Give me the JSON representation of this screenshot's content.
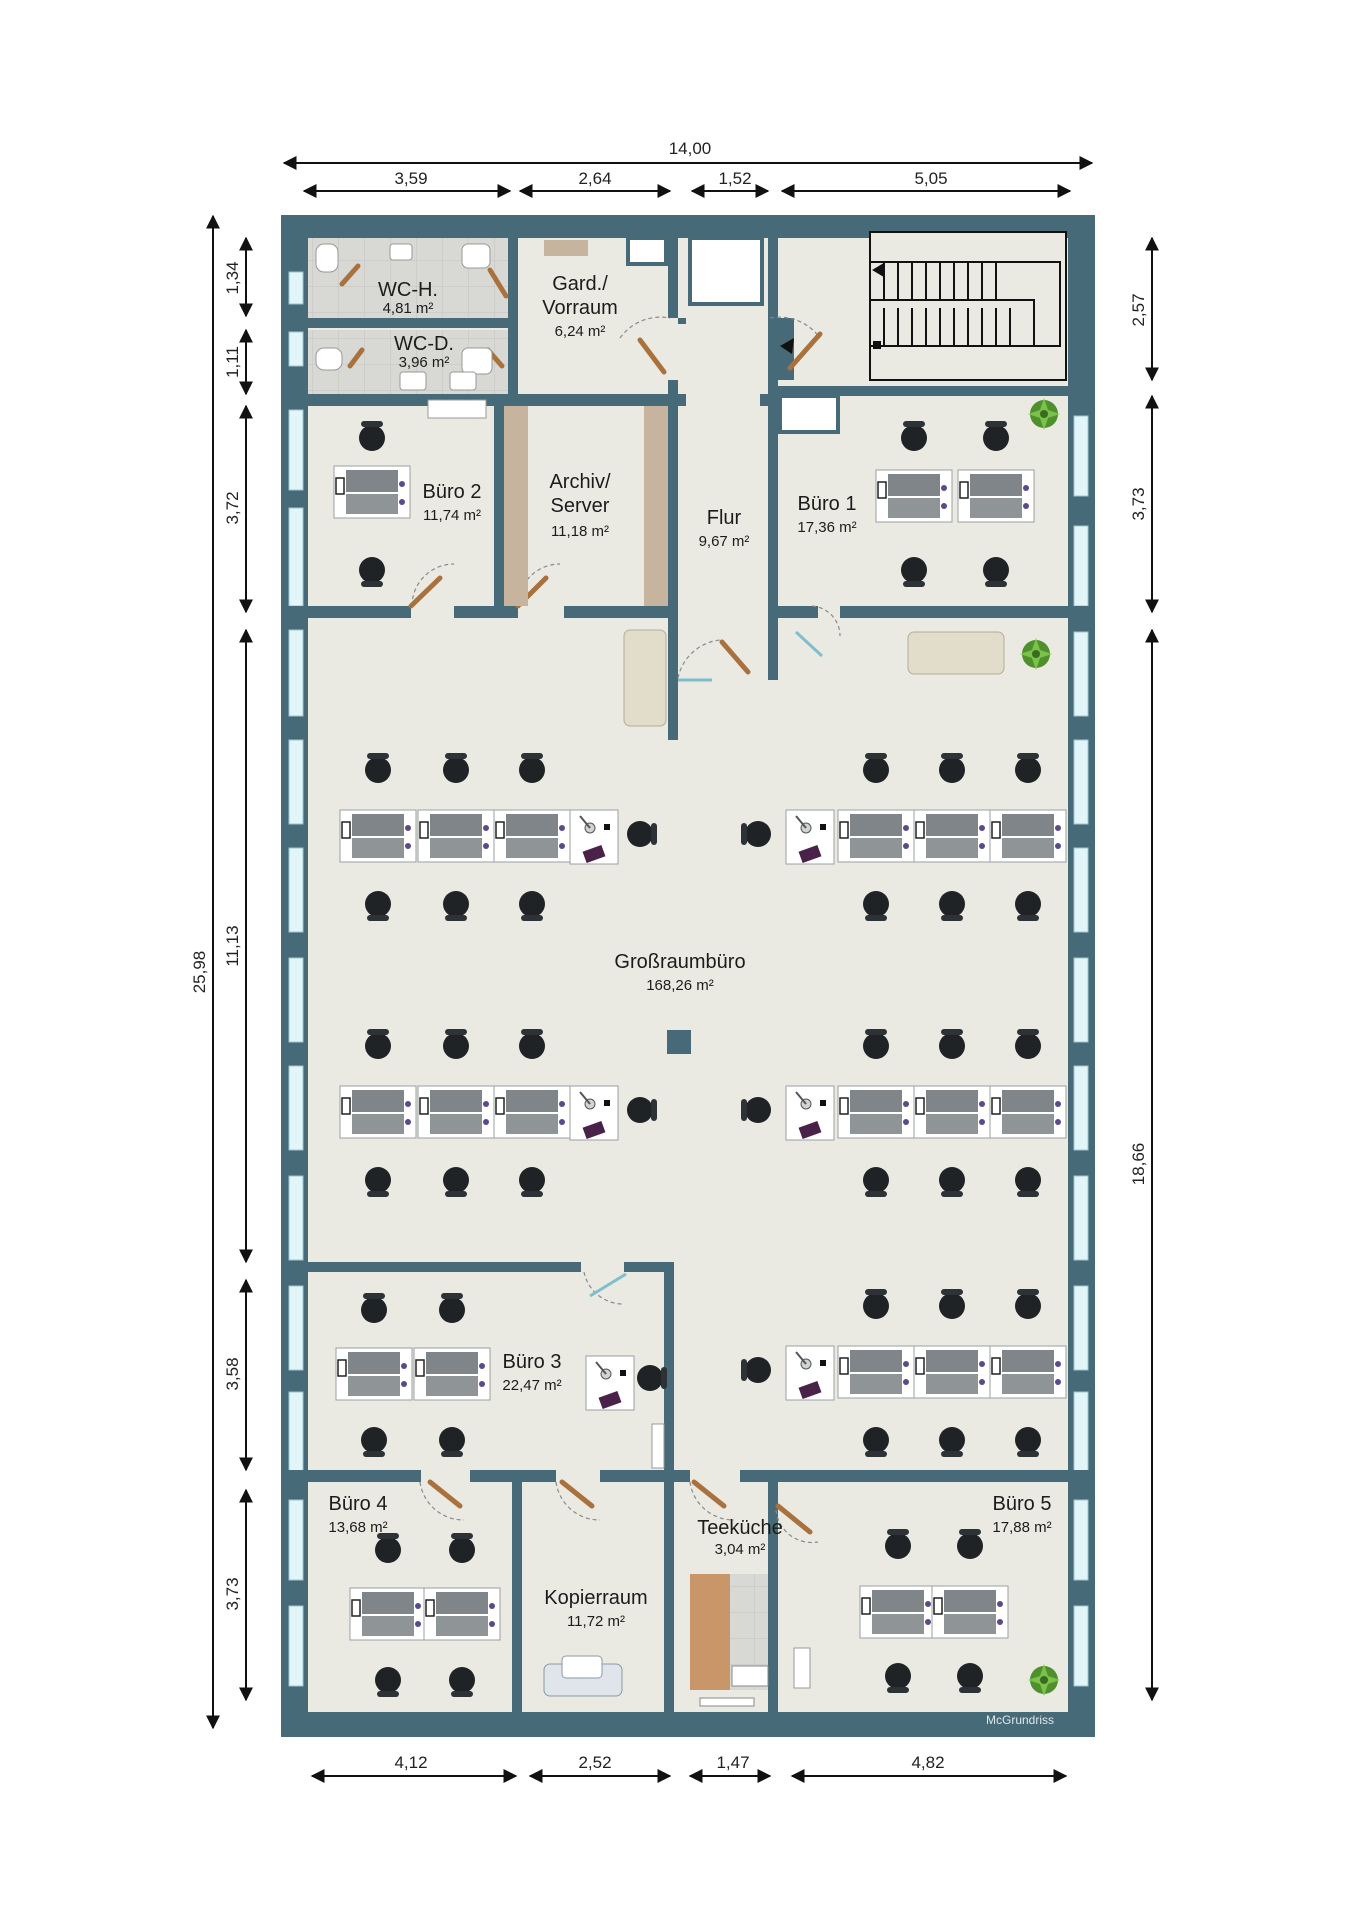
{
  "colors": {
    "wall": "#466a77",
    "floor": "#eaeae2",
    "tile": "#d6d7d3",
    "desk": "#ffffff",
    "monitor": "#8a8e90",
    "chair": "#1f2326",
    "door": "#a8713e",
    "window": "#dff4f7",
    "plant": "#5fa53a",
    "accent_purple": "#4a2148",
    "shelf": "#c6b49e",
    "sofa": "#e2dccb",
    "dim_line": "#111111",
    "kitchen_counter": "#c9966a"
  },
  "icons": {
    "stair": "stairs-icon",
    "plant": "plant-icon",
    "chair": "office-chair-icon",
    "desk": "desk-icon",
    "sofa": "sofa-icon",
    "toilet": "toilet-icon",
    "sink": "sink-icon",
    "copier": "copier-icon"
  },
  "rooms": {
    "wc_h": {
      "name": "WC-H.",
      "area": "4,81 m²"
    },
    "wc_d": {
      "name": "WC-D.",
      "area": "3,96 m²"
    },
    "gard": {
      "name_line1": "Gard./",
      "name_line2": "Vorraum",
      "area": "6,24 m²"
    },
    "buero2": {
      "name": "Büro 2",
      "area": "11,74 m²"
    },
    "archiv": {
      "name_line1": "Archiv/",
      "name_line2": "Server",
      "area": "11,18 m²"
    },
    "flur": {
      "name": "Flur",
      "area": "9,67 m²"
    },
    "buero1": {
      "name": "Büro 1",
      "area": "17,36 m²"
    },
    "grossraum": {
      "name": "Großraumbüro",
      "area": "168,26 m²"
    },
    "buero3": {
      "name": "Büro 3",
      "area": "22,47 m²"
    },
    "buero4": {
      "name": "Büro 4",
      "area": "13,68 m²"
    },
    "kopier": {
      "name": "Kopierraum",
      "area": "11,72 m²"
    },
    "teekueche": {
      "name": "Teeküche",
      "area": "3,04 m²"
    },
    "buero5": {
      "name": "Büro 5",
      "area": "17,88 m²"
    }
  },
  "dimensions": {
    "top_total": "14,00",
    "top": [
      "3,59",
      "2,64",
      "1,52",
      "5,05"
    ],
    "bottom": [
      "4,12",
      "2,52",
      "1,47",
      "4,82"
    ],
    "left_total": "25,98",
    "left": [
      "1,34",
      "1,11",
      "3,72",
      "11,13",
      "3,58",
      "3,73"
    ],
    "right": [
      "2,57",
      "3,73",
      "18,66"
    ]
  },
  "watermark": "McGrundriss"
}
